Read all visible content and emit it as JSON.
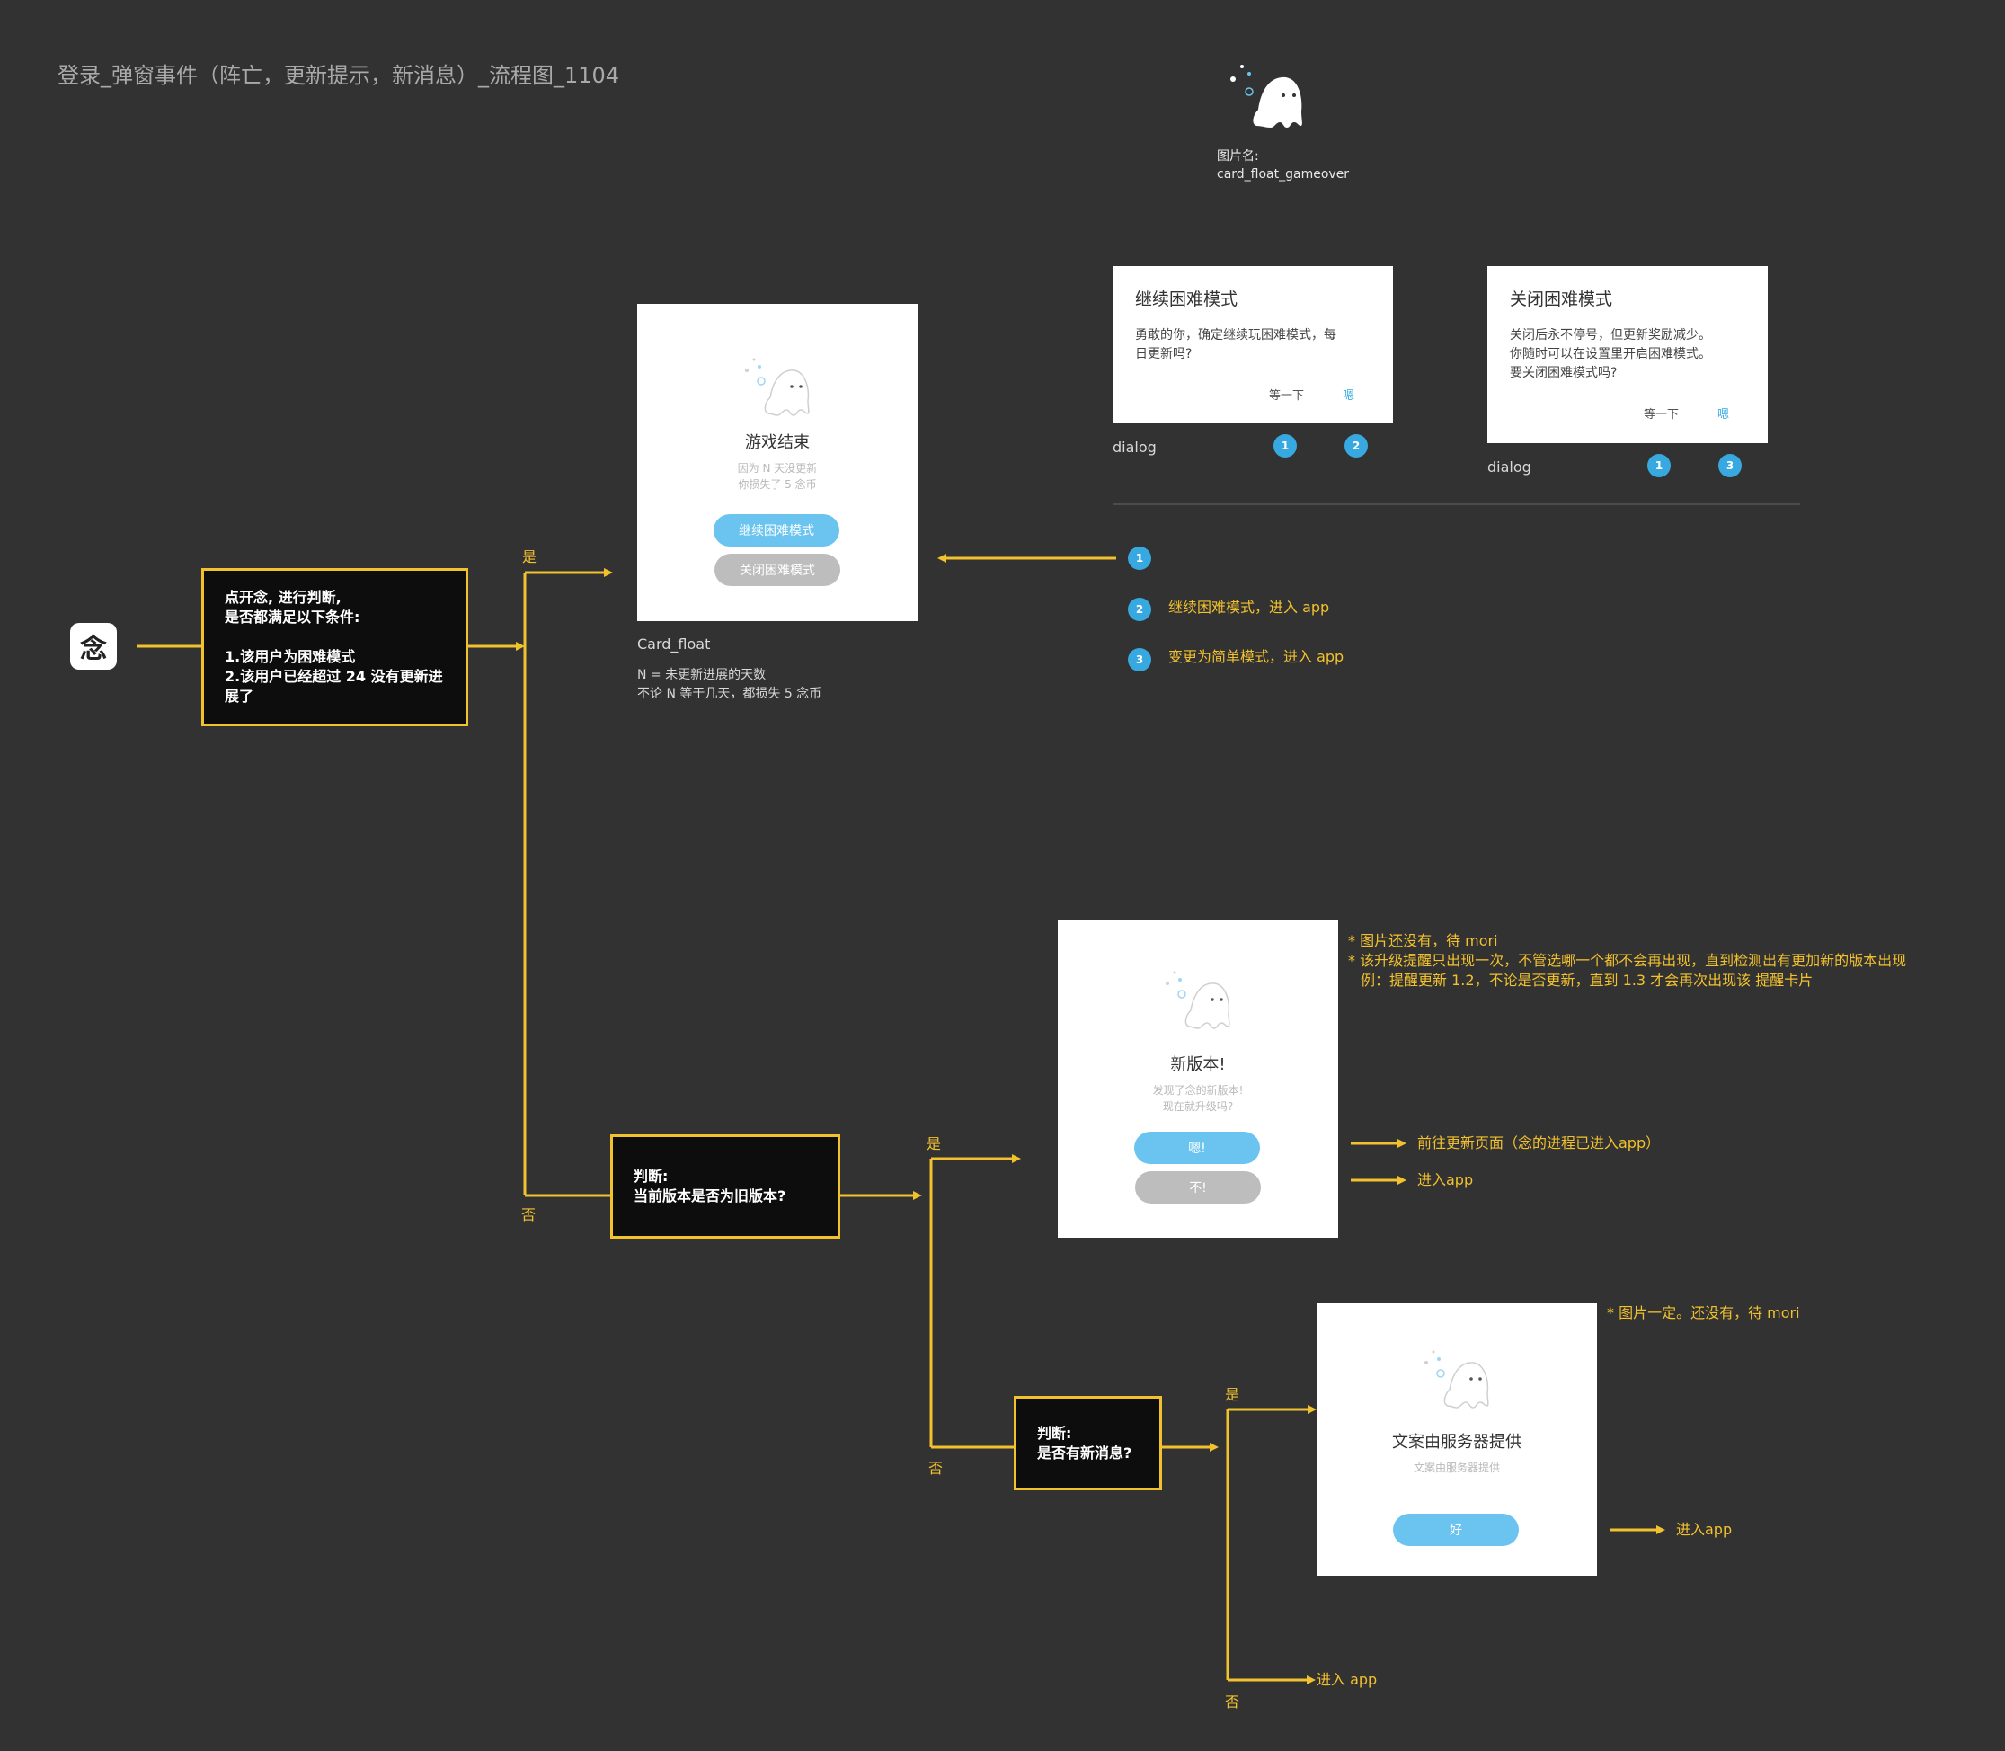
{
  "page_title": "登录_弹窗事件（阵亡，更新提示，新消息）_流程图_1104",
  "ghost_asset": {
    "label": "图片名:",
    "filename": "card_float_gameover"
  },
  "app_icon_glyph": "念",
  "start_condition": {
    "lines": [
      "点开念, 进行判断,",
      "是否都满足以下条件:",
      "",
      "1.该用户为困难模式",
      "2.该用户已经超过 24 没有更新进展了"
    ]
  },
  "labels": {
    "yes": "是",
    "no": "否"
  },
  "gameover_card": {
    "title": "游戏结束",
    "subtitle_1": "因为 N 天没更新",
    "subtitle_2": "你损失了 5 念币",
    "primary_button": "继续困难模式",
    "secondary_button": "关闭困难模式",
    "caption": "Card_float",
    "note_1": "N = 未更新进展的天数",
    "note_2": "不论 N 等于几天，都损失 5 念币"
  },
  "dialog_continue": {
    "title": "继续困难模式",
    "body_1": "勇敢的你，确定继续玩困难模式，每",
    "body_2": "日更新吗?",
    "cancel": "等一下",
    "ok": "嗯",
    "caption": "dialog",
    "badge_a": "1",
    "badge_b": "2"
  },
  "dialog_close": {
    "title": "关闭困难模式",
    "body_1": "关闭后永不停号，但更新奖励减少。",
    "body_2": "你随时可以在设置里开启困难模式。",
    "body_3": "要关闭困难模式吗?",
    "cancel": "等一下",
    "ok": "嗯",
    "caption": "dialog",
    "badge_a": "1",
    "badge_b": "3"
  },
  "legend": [
    {
      "num": "1",
      "text": ""
    },
    {
      "num": "2",
      "text": "继续困难模式，进入 app"
    },
    {
      "num": "3",
      "text": "变更为简单模式，进入 app"
    }
  ],
  "version_check": {
    "line_1": "判断:",
    "line_2": "当前版本是否为旧版本?"
  },
  "new_version_card": {
    "title": "新版本!",
    "subtitle_1": "发现了念的新版本!",
    "subtitle_2": "现在就升级吗?",
    "primary_button": "嗯!",
    "secondary_button": "不!"
  },
  "version_notes": [
    "* 图片还没有，待 mori",
    "* 该升级提醒只出现一次，不管选哪一个都不会再出现，直到检测出有更加新的版本出现",
    "例：提醒更新 1.2，不论是否更新，直到 1.3 才会再次出现该 提醒卡片"
  ],
  "version_outcomes": {
    "yes": "前往更新页面（念的进程已进入app）",
    "no": "进入app"
  },
  "message_check": {
    "line_1": "判断:",
    "line_2": "是否有新消息?"
  },
  "message_card": {
    "title": "文案由服务器提供",
    "subtitle": "文案由服务器提供",
    "button": "好",
    "note": "* 图片一定。还没有，待 mori",
    "outcome": "进入app"
  },
  "no_message_outcome": "进入 app",
  "colors": {
    "background": "#323232",
    "flow_line": "#f2c12e",
    "badge": "#37a9e0",
    "button_blue": "#6bc4ef"
  }
}
